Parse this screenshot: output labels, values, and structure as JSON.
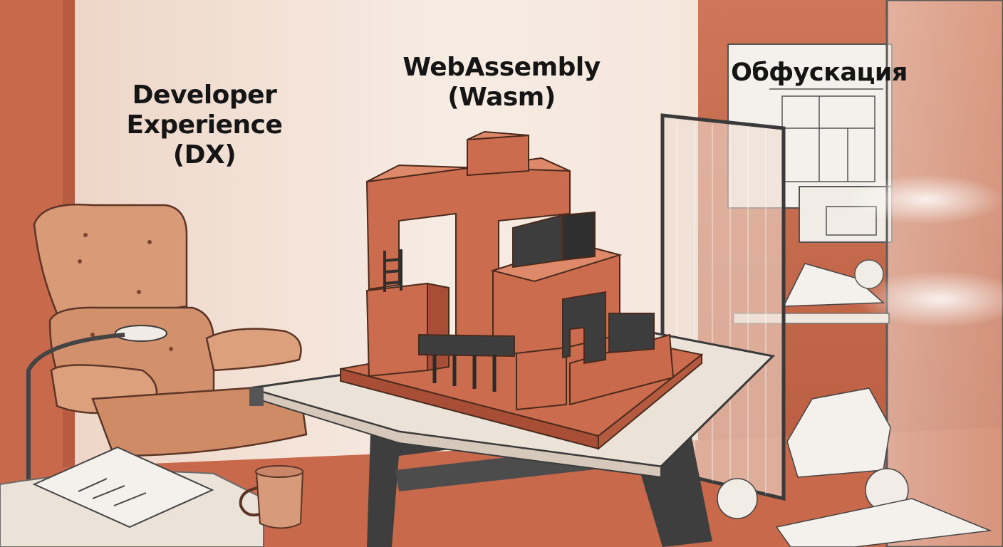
{
  "labels": {
    "dx": {
      "lines": [
        "Developer",
        "Experience",
        "(DX)"
      ]
    },
    "wasm": {
      "lines": [
        "WebAssembly",
        "(Wasm)"
      ]
    },
    "obfuscation": {
      "lines": [
        "Обфускация"
      ]
    }
  },
  "colors": {
    "wall": "#f6e9de",
    "terracotta_wall": "#c8694c",
    "brick": "#cc6c4e",
    "brick_shadow": "#a84e36",
    "brick_light": "#de8a6a",
    "dark_block": "#3d3d3d",
    "leather": "#d99a77",
    "floor": "#c86a4e",
    "desk": "#ece3d8",
    "paper": "#f4f1ec",
    "ink": "#222222"
  }
}
